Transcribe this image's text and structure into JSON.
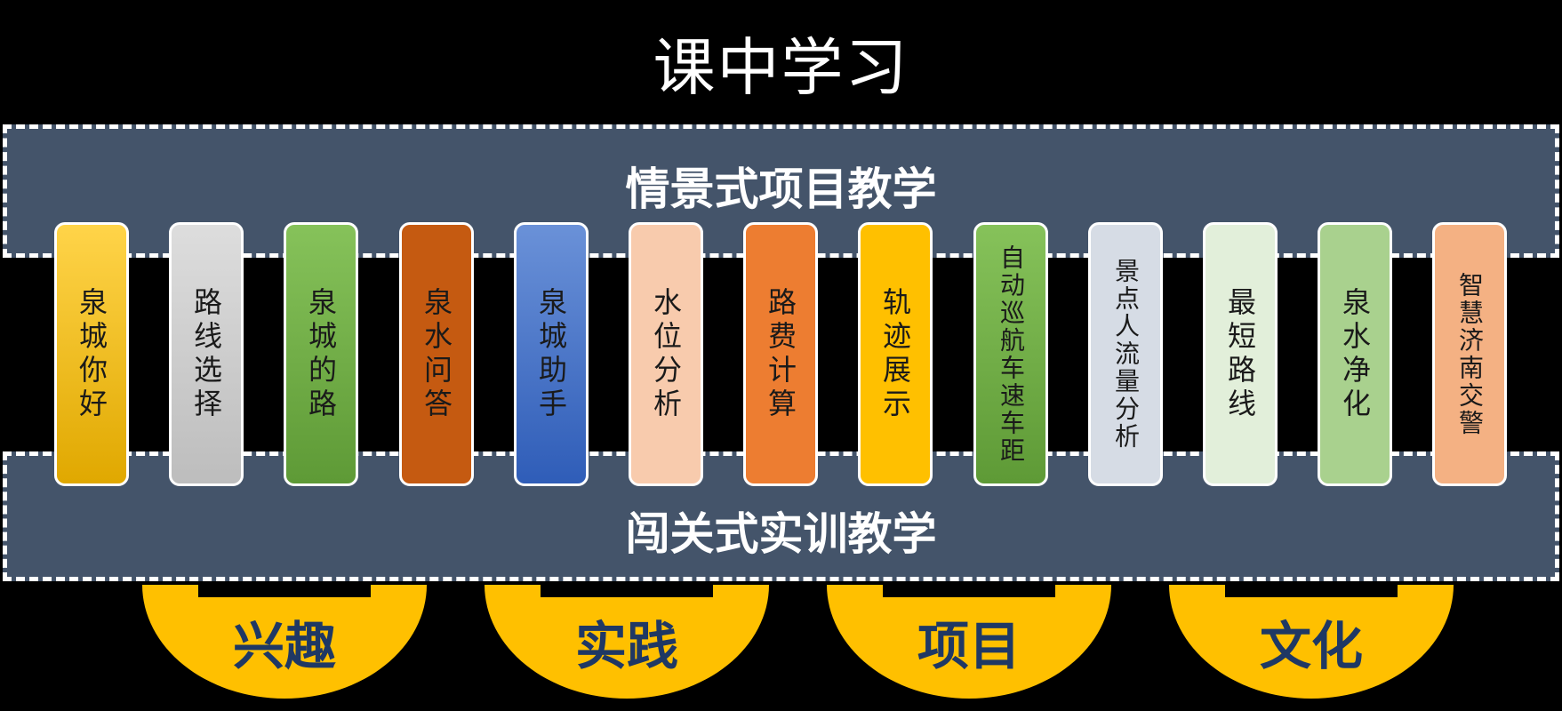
{
  "title": "课中学习",
  "top_band": {
    "label": "情景式项目教学"
  },
  "bottom_band": {
    "label": "闯关式实训教学"
  },
  "cards": [
    {
      "text": "泉城你好",
      "color": "#f5b800",
      "gradient": [
        "#ffd449",
        "#e0a800"
      ]
    },
    {
      "text": "路线选择",
      "color": "#d0cece",
      "gradient": [
        "#dddddd",
        "#bdbdbd"
      ]
    },
    {
      "text": "泉城的路",
      "color": "#70ad47",
      "gradient": [
        "#86c25a",
        "#5e9a36"
      ]
    },
    {
      "text": "泉水问答",
      "color": "#c55a11",
      "gradient": [
        "#c55a11",
        "#c55a11"
      ]
    },
    {
      "text": "泉城助手",
      "color": "#4472c4",
      "gradient": [
        "#6a91d8",
        "#2f5db8"
      ]
    },
    {
      "text": "水位分析",
      "color": "#f8cbad",
      "gradient": [
        "#f8cbad",
        "#f8cbad"
      ]
    },
    {
      "text": "路费计算",
      "color": "#ed7d31",
      "gradient": [
        "#ed7d31",
        "#ed7d31"
      ]
    },
    {
      "text": "轨迹展示",
      "color": "#ffc000",
      "gradient": [
        "#ffc000",
        "#ffc000"
      ]
    },
    {
      "text": "自动巡航车速车距",
      "color": "#70ad47",
      "gradient": [
        "#86c25a",
        "#5e9a36"
      ]
    },
    {
      "text": "景点人流量分析",
      "color": "#d6dce5",
      "gradient": [
        "#d6dce5",
        "#d6dce5"
      ]
    },
    {
      "text": "最短路线",
      "color": "#e2efda",
      "gradient": [
        "#e2efda",
        "#e2efda"
      ]
    },
    {
      "text": "泉水净化",
      "color": "#a9d18e",
      "gradient": [
        "#a9d18e",
        "#a9d18e"
      ]
    },
    {
      "text": "智慧济南交警",
      "color": "#f4b183",
      "gradient": [
        "#f4b183",
        "#f4b183"
      ]
    }
  ],
  "bowls": [
    {
      "label": "兴趣"
    },
    {
      "label": "实践"
    },
    {
      "label": "项目"
    },
    {
      "label": "文化"
    }
  ],
  "colors": {
    "background": "#000000",
    "band": "#44546a",
    "bowl": "#ffc000",
    "bowl_text": "#1f3864"
  }
}
